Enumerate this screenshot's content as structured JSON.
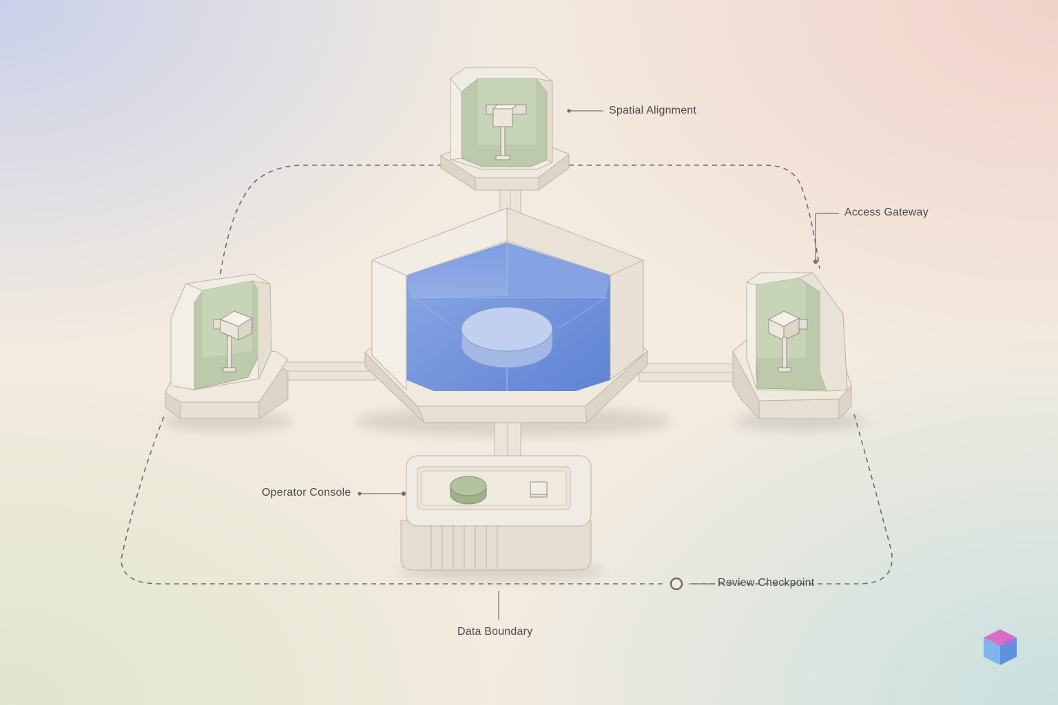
{
  "labels": {
    "spatial_alignment": "Spatial Alignment",
    "access_gateway": "Access Gateway",
    "operator_console": "Operator Console",
    "review_checkpoint": "Review Checkpoint",
    "data_boundary": "Data Boundary"
  },
  "colors": {
    "background": "#f3ebdf",
    "module_wall": "#efe9de",
    "module_wall_shade": "#ddd5c7",
    "pod_interior": "#bac7aa",
    "core_interior": "#6e90d8",
    "console_button": "#b3c29f",
    "boundary_line": "#6a6a6a"
  },
  "icons": {
    "brand": "cube-logo-icon"
  }
}
